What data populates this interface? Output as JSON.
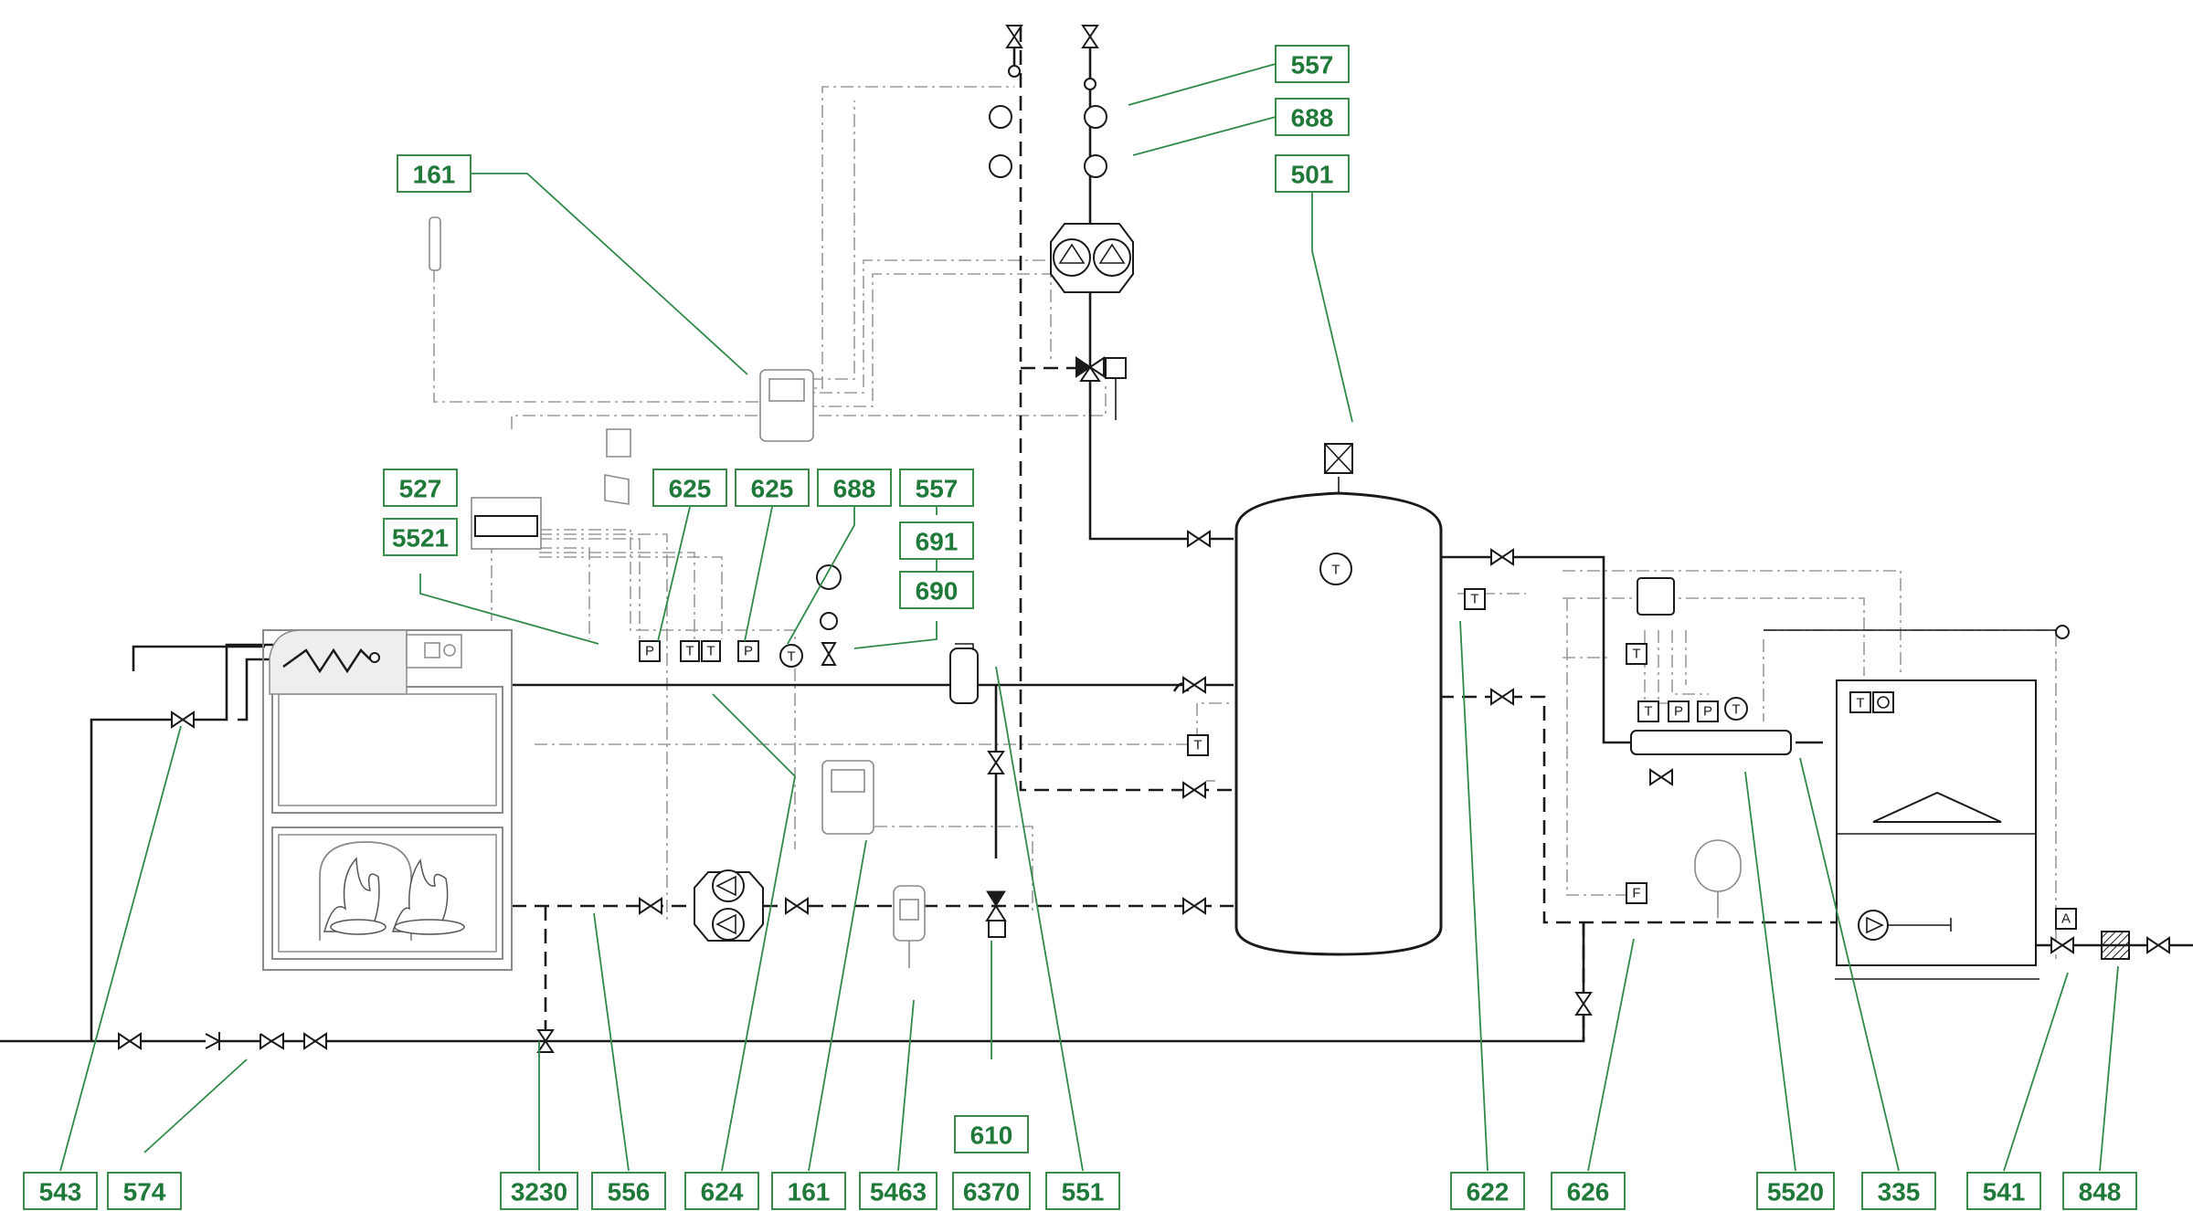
{
  "colors": {
    "label_text": "#1f7a3a",
    "label_border": "#3a8a4a",
    "pipe": "#1a1a1a",
    "control_line": "#9a9a9a"
  },
  "labels": {
    "l557_top": "557",
    "l688_top": "688",
    "l501": "501",
    "l161_top": "161",
    "l527": "527",
    "l5521": "5521",
    "l625_a": "625",
    "l625_b": "625",
    "l688_mid": "688",
    "l557_mid": "557",
    "l691": "691",
    "l690": "690",
    "l543": "543",
    "l574": "574",
    "l3230": "3230",
    "l556": "556",
    "l624": "624",
    "l161_bot": "161",
    "l5463": "5463",
    "l610": "610",
    "l6370": "6370",
    "l551": "551",
    "l622": "622",
    "l626": "626",
    "l5520": "5520",
    "l335": "335",
    "l541": "541",
    "l848": "848"
  },
  "symbols": {
    "temperature": "T",
    "pressure": "P",
    "flow": "F",
    "meter": "A"
  }
}
